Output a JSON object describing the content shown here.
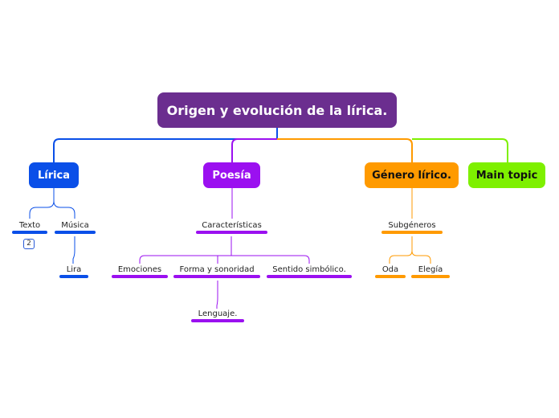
{
  "central": {
    "title": "Origen y evolución de la lírica."
  },
  "colors": {
    "lirica": "#0a4fe8",
    "poesia": "#9b10f0",
    "genero": "#ff9a00",
    "main": "#7ef000",
    "central": "#6b2e8f"
  },
  "branches": {
    "lirica": {
      "label": "Lírica",
      "children": {
        "texto": "Texto",
        "texto_badge": "2",
        "musica": "Música",
        "lira": "Lira"
      }
    },
    "poesia": {
      "label": "Poesía",
      "children": {
        "caracteristicas": "Características",
        "emociones": "Emociones",
        "forma": "Forma y sonoridad",
        "sentido": "Sentido simbólico.",
        "lenguaje": "Lenguaje."
      }
    },
    "genero": {
      "label": "Género lírico.",
      "children": {
        "subgeneros": "Subgéneros",
        "oda": "Oda",
        "elegia": "Elegía"
      }
    },
    "main_topic": {
      "label": "Main topic"
    }
  }
}
